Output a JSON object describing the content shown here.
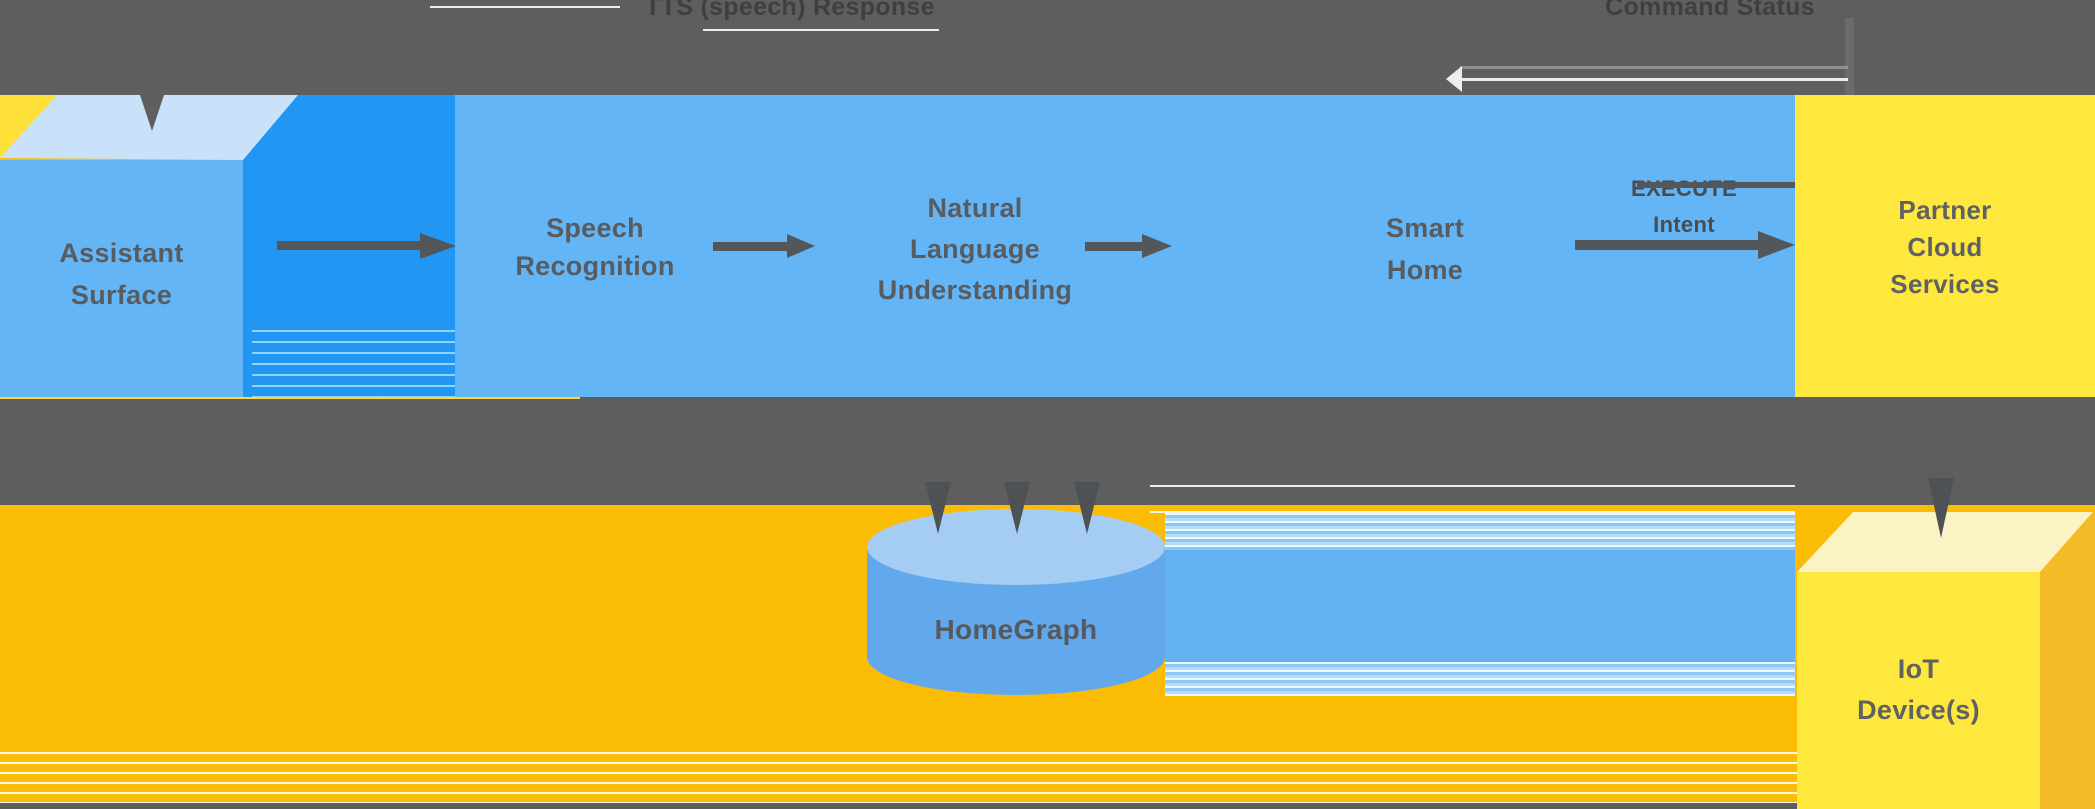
{
  "colors": {
    "band_gray": "#5e5e5e",
    "band_text": "#3d4043",
    "panel_blue": "#64b5f6",
    "deep_blue": "#2196f3",
    "box_top_blue": "#c9e2fa",
    "corner_yellow": "#fde03a",
    "amber": "#fbbc05",
    "bright_yellow": "#ffe83e",
    "iot_top": "#fcf3c5",
    "iot_side": "#f5bb26",
    "cyl_body": "#61a9ec",
    "cyl_top": "#a5cdf4",
    "arrow_gray": "#54575a",
    "head_dark": "#4f5254",
    "label_gray": "#585c60",
    "mid_blue_band": "#63b1f3"
  },
  "top_band": {
    "response_label": "TTS (speech) Response",
    "status_label": "Command Status"
  },
  "nodes": {
    "assistant": {
      "lines": [
        "Assistant",
        "Surface"
      ]
    },
    "speech": {
      "lines": [
        "Speech",
        "Recognition"
      ]
    },
    "nlu": {
      "lines": [
        "Natural",
        "Language",
        "Understanding"
      ]
    },
    "smart_home": {
      "lines": [
        "Smart",
        "Home"
      ]
    },
    "partner": {
      "lines": [
        "Partner",
        "Cloud",
        "Services"
      ]
    },
    "homegraph": {
      "label": "HomeGraph"
    },
    "iot": {
      "lines": [
        "IoT",
        "Device(s)"
      ]
    }
  },
  "edges": {
    "execute_intent": {
      "lines": [
        "EXECUTE",
        "Intent"
      ]
    }
  }
}
